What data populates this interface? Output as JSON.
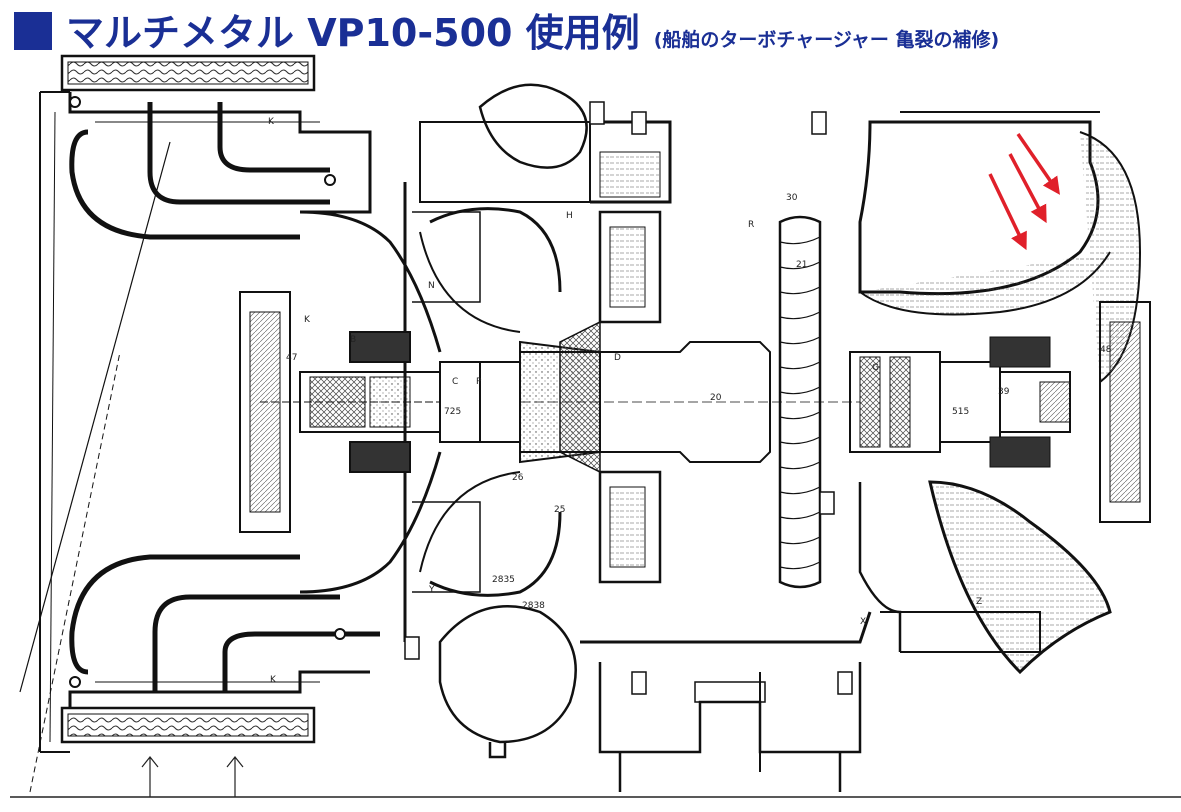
{
  "header": {
    "title": "マルチメタル VP10-500 使用例",
    "subtitle": "(船舶のターボチャージャー 亀裂の補修)"
  },
  "diagram": {
    "labels": {
      "l_k1": "K",
      "l_h": "H",
      "l_r": "R",
      "l_30": "30",
      "l_21": "21",
      "l_n": "N",
      "l_k2": "K",
      "l_47": "47",
      "l_c": "C",
      "l_p": "P",
      "l_725": "725",
      "l_20": "20",
      "l_g": "G",
      "l_515": "515",
      "l_39": "39",
      "l_48": "48",
      "l_26": "26",
      "l_25": "25",
      "l_y": "Y",
      "l_2835": "2835",
      "l_2838": "2838",
      "l_x": "X",
      "l_z": "Z",
      "l_b": "B",
      "l_d": "D",
      "l_k3": "K"
    },
    "arrow_color": "#e0202a"
  }
}
